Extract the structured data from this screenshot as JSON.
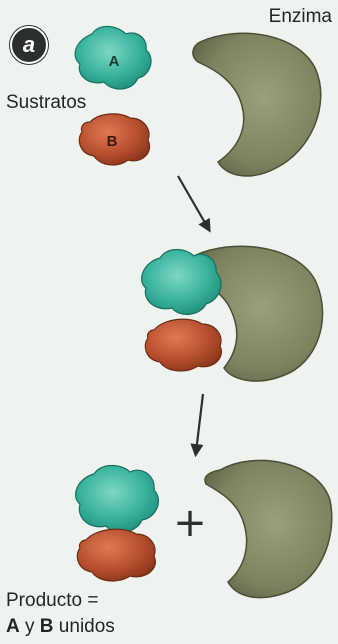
{
  "panel_badge": "a",
  "labels": {
    "enzyme": "Enzima",
    "substrates": "Sustratos",
    "substrate_a": "A",
    "substrate_b": "B",
    "product_line1": "Producto =",
    "product_a": "A",
    "product_conj": " y ",
    "product_b": "B",
    "product_rest": " unidos",
    "plus_sign": "+"
  },
  "colors": {
    "background": "#eef3f0",
    "enzyme": "#7d8260",
    "substrate_a": "#38b39b",
    "substrate_b": "#b8502f",
    "arrow": "#2b2f2e"
  }
}
